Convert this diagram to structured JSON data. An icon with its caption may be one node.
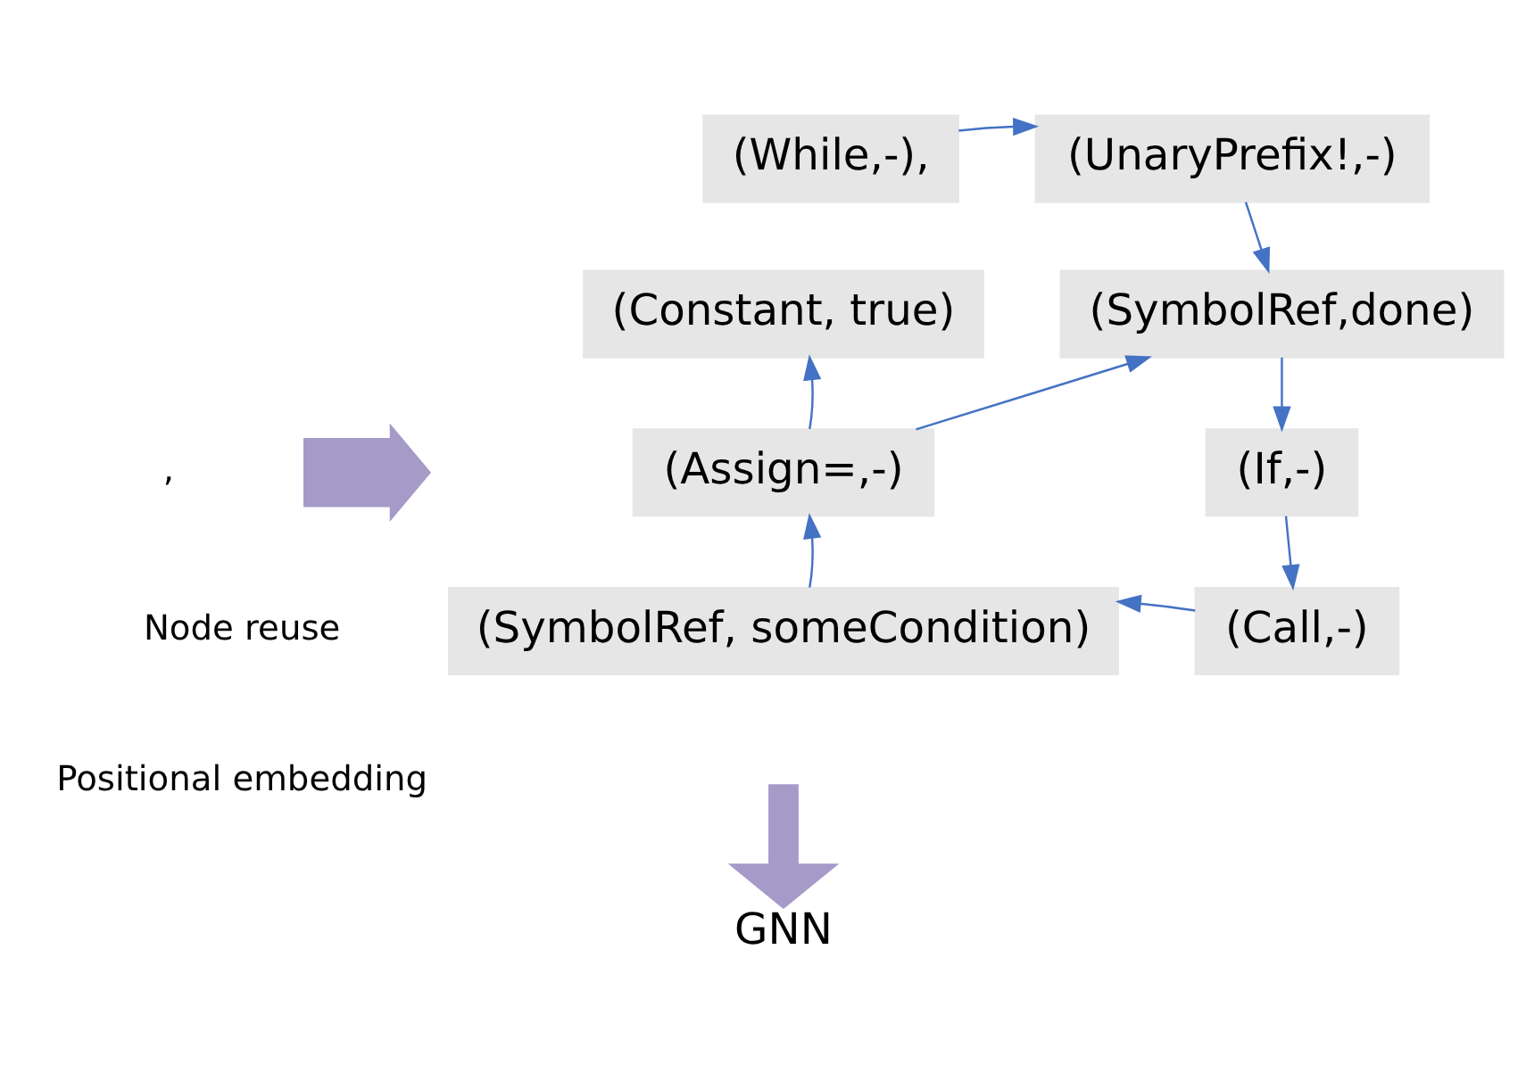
{
  "diagram": {
    "nodes": [
      {
        "text": [
          "(While,-),"
        ]
      },
      {
        "text": [
          "(UnaryPrefix!,-)"
        ]
      },
      {
        "text": [
          "(Constant, true)"
        ]
      },
      {
        "text": [
          "(SymbolRef,done)"
        ]
      },
      {
        "text": [
          "(Assign=,-)"
        ]
      },
      {
        "text": [
          "(If,-)"
        ]
      },
      {
        "text": [
          "(Call,-)"
        ]
      },
      {
        "text": [
          "(SymbolRef, someCondition)"
        ]
      },
      {
        "text": [
          "GNN"
        ]
      },
      {
        "text": [],
        "shape": "arrow"
      }
    ],
    "edges": [
      {
        "from": 0,
        "to": 1,
        "arrow": "to"
      },
      {
        "from": 1,
        "to": 3,
        "arrow": "to"
      },
      {
        "from": 4,
        "to": 2,
        "arrow": "to"
      },
      {
        "from": 4,
        "to": 3,
        "arrow": "to"
      },
      {
        "from": 3,
        "to": 5,
        "arrow": "to"
      },
      {
        "from": 5,
        "to": 6,
        "arrow": "to"
      },
      {
        "from": 7,
        "to": 4,
        "arrow": "to"
      },
      {
        "from": 6,
        "to": 7,
        "arrow": "to"
      },
      {
        "from": null,
        "to": 8,
        "arrow": "to",
        "style": "thick",
        "color": "#a59ac8"
      }
    ],
    "labels": [
      ",",
      "Node reuse",
      "Positional embedding"
    ]
  }
}
